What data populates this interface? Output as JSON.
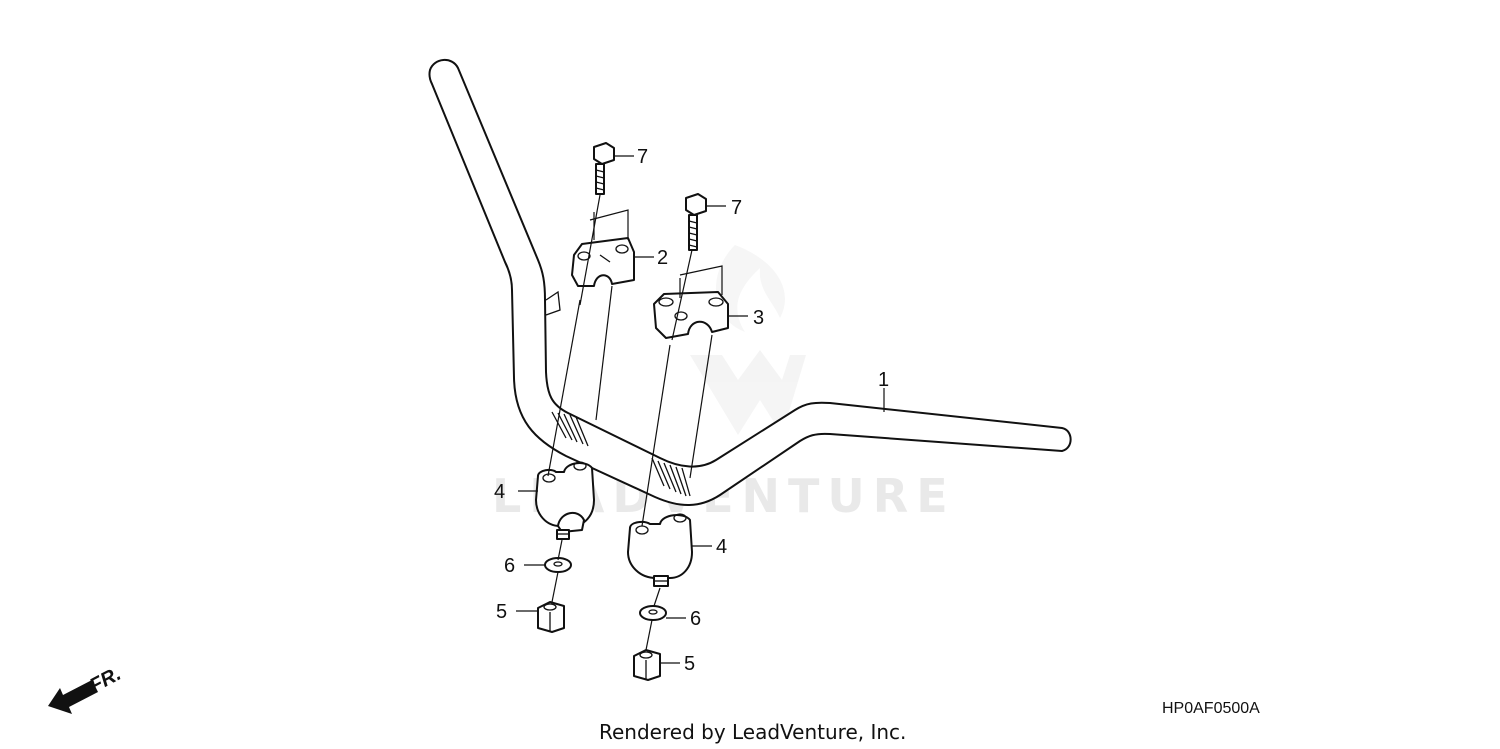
{
  "diagram": {
    "callouts": [
      {
        "id": "c1",
        "label": "1"
      },
      {
        "id": "c2",
        "label": "2"
      },
      {
        "id": "c3",
        "label": "3"
      },
      {
        "id": "c4a",
        "label": "4"
      },
      {
        "id": "c4b",
        "label": "4"
      },
      {
        "id": "c5a",
        "label": "5"
      },
      {
        "id": "c5b",
        "label": "5"
      },
      {
        "id": "c6a",
        "label": "6"
      },
      {
        "id": "c6b",
        "label": "6"
      },
      {
        "id": "c7a",
        "label": "7"
      },
      {
        "id": "c7b",
        "label": "7"
      }
    ],
    "front_indicator": "FR.",
    "diagram_code": "HP0AF0500A",
    "watermark": "LEADVENTURE",
    "footer": "Rendered by LeadVenture, Inc."
  }
}
